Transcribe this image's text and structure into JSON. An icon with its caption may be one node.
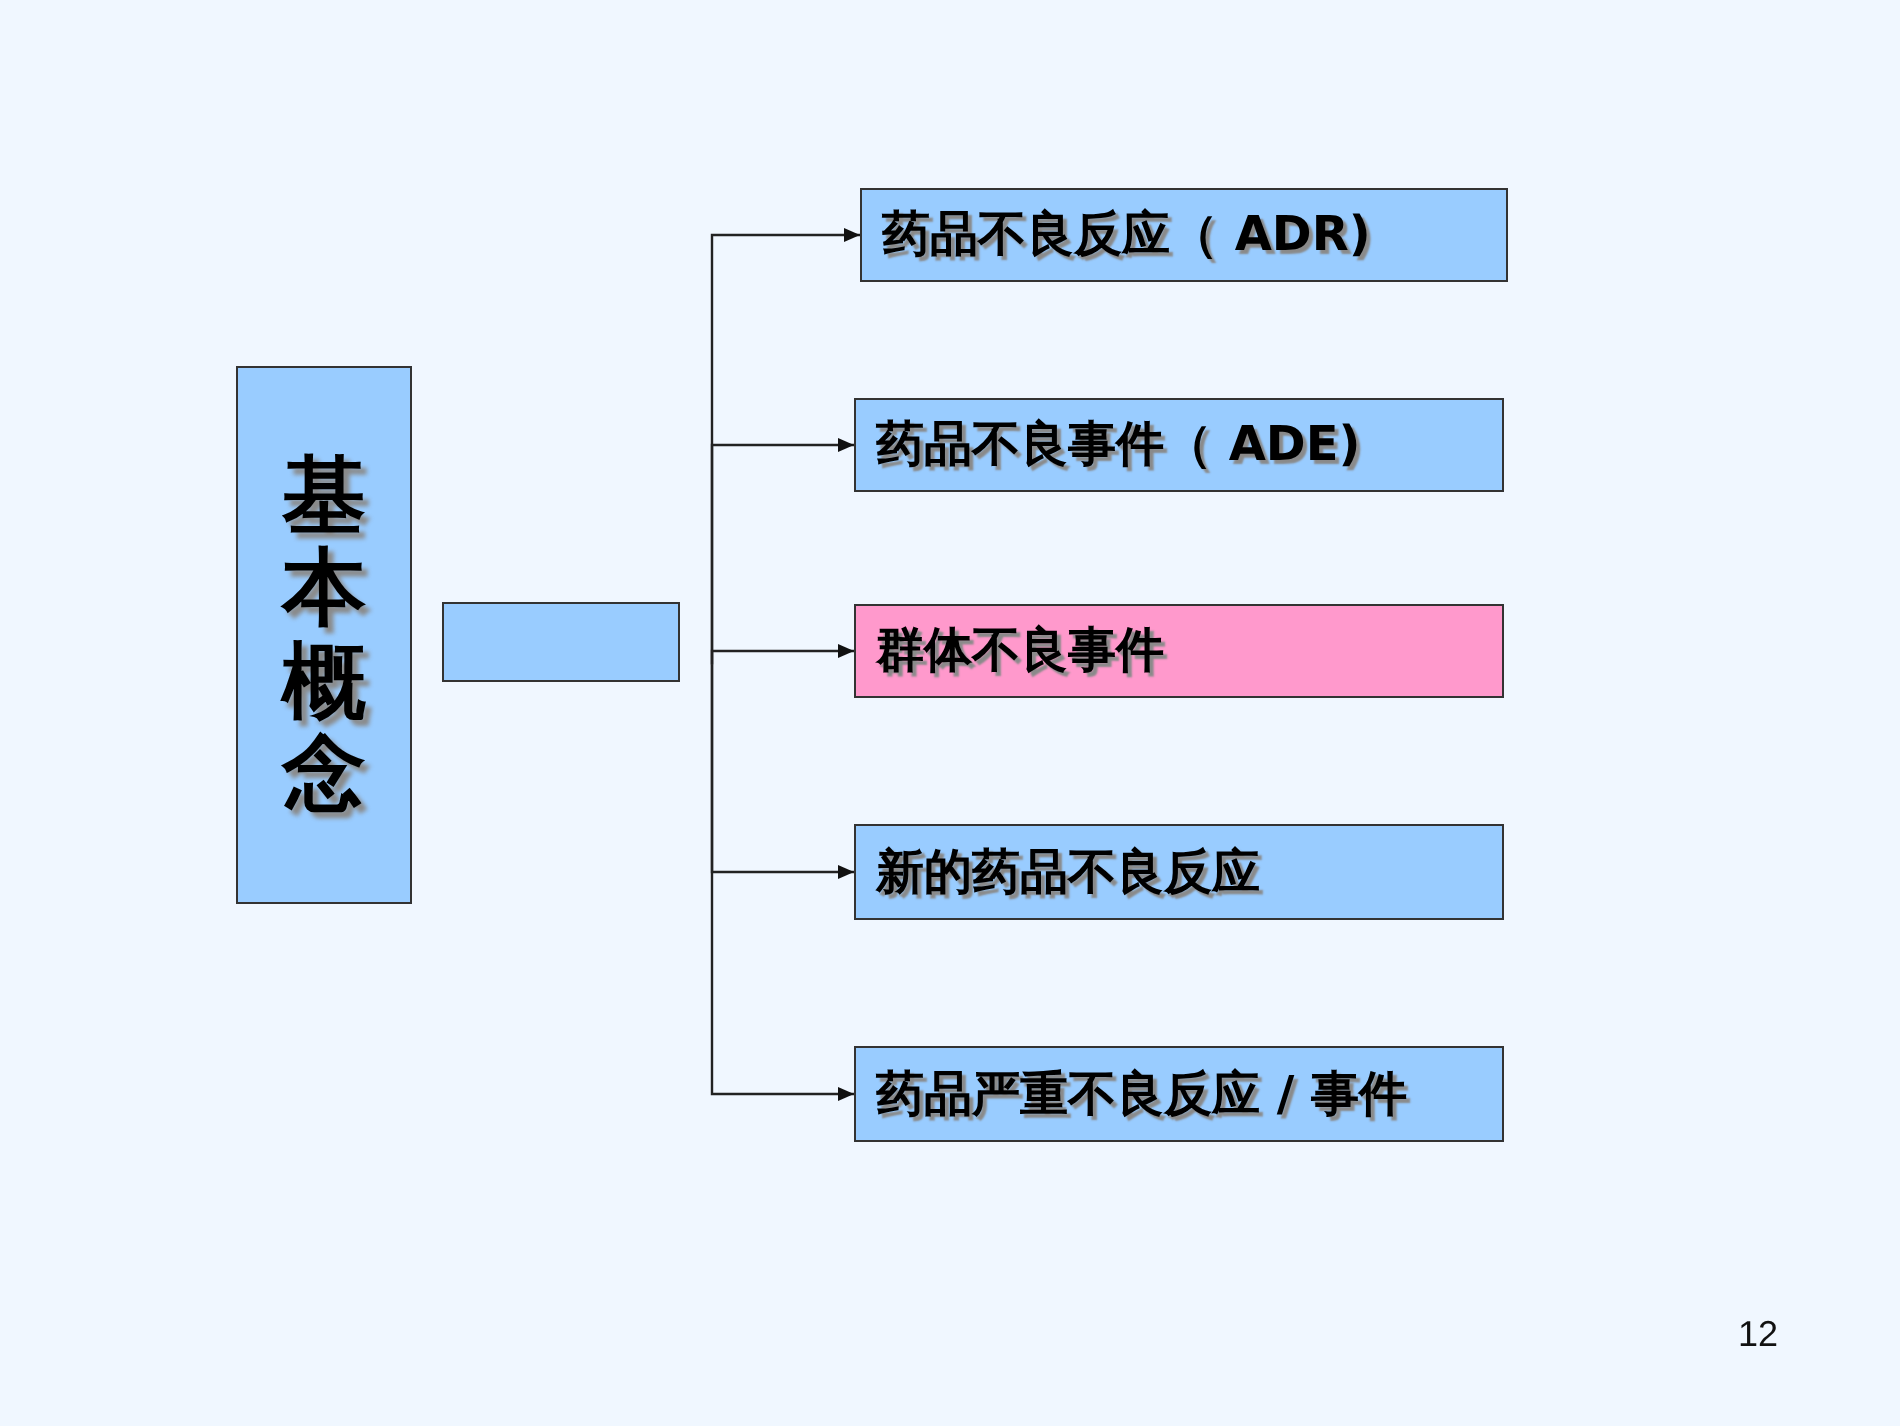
{
  "diagram": {
    "nodes": [
      {
        "text": [
          "基本概念"
        ]
      },
      {
        "text": [],
        "shape": "box"
      },
      {
        "text": [
          "药品不良反应（ ADR)"
        ]
      },
      {
        "text": [
          "药品不良事件（ ADE)"
        ]
      },
      {
        "text": [
          "群体不良事件"
        ]
      },
      {
        "text": [
          "新的药品不良反应"
        ]
      },
      {
        "text": [
          "药品严重不良反应 / 事件"
        ]
      }
    ],
    "edges": [
      {
        "from": null,
        "to": 2,
        "arrow": "to"
      },
      {
        "from": null,
        "to": 3,
        "arrow": "to"
      },
      {
        "from": null,
        "to": 4,
        "arrow": "to"
      },
      {
        "from": null,
        "to": 5,
        "arrow": "to"
      },
      {
        "from": null,
        "to": 6,
        "arrow": "to"
      }
    ],
    "labels": [
      "12"
    ]
  }
}
